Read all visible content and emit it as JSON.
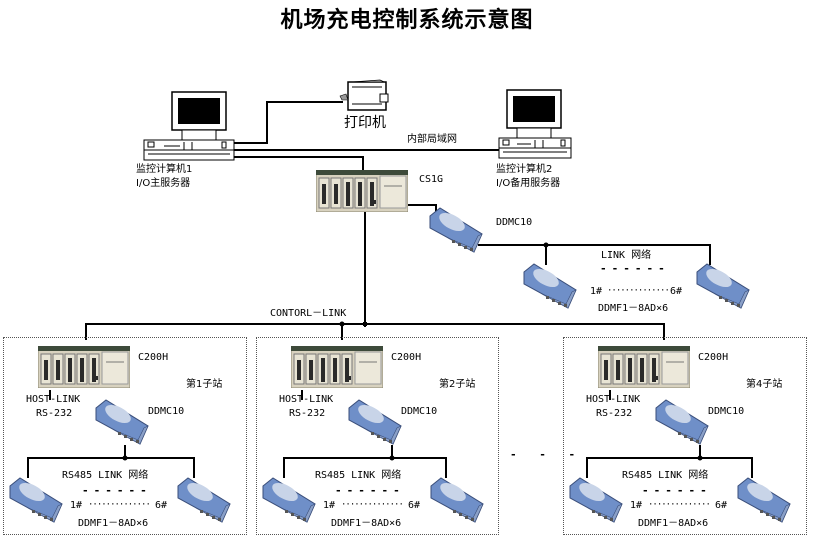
{
  "title": "机场充电控制系统示意图",
  "computers": [
    {
      "name_line1": "监控计算机1",
      "name_line2": "I/O主服务器"
    },
    {
      "name_line1": "监控计算机2",
      "name_line2": "I/O备用服务器"
    }
  ],
  "printer": {
    "label": "打印机"
  },
  "lan": {
    "label": "内部局域网"
  },
  "master_plc": {
    "label": "CS1G"
  },
  "master_ddmc": {
    "label": "DDMC10"
  },
  "master_link": {
    "network_label": "LINK 网络",
    "range_start": "1#",
    "range_end": "6#",
    "modules_label": "DDMF1－8AD×6"
  },
  "control_link": {
    "label": "CONTORL－LINK"
  },
  "ellipsis": "- - -",
  "stations": [
    {
      "name": "第1子站",
      "plc": "C200H",
      "host_link": "HOST-LINK",
      "serial": "RS-232",
      "ddmc": "DDMC10",
      "network_label": "RS485 LINK 网络",
      "range_start": "1#",
      "range_end": "6#",
      "modules_label": "DDMF1－8AD×6"
    },
    {
      "name": "第2子站",
      "plc": "C200H",
      "host_link": "HOST-LINK",
      "serial": "RS-232",
      "ddmc": "DDMC10",
      "network_label": "RS485 LINK 网络",
      "range_start": "1#",
      "range_end": "6#",
      "modules_label": "DDMF1－8AD×6"
    },
    {
      "name": "第4子站",
      "plc": "C200H",
      "host_link": "HOST-LINK",
      "serial": "RS-232",
      "ddmc": "DDMC10",
      "network_label": "RS485 LINK 网络",
      "range_start": "1#",
      "range_end": "6#",
      "modules_label": "DDMF1－8AD×6"
    }
  ],
  "colors": {
    "module_blue": "#6f8fc8",
    "module_light": "#c8d4e8",
    "plc_beige": "#d8d2bf",
    "plc_dark": "#2a2a2a",
    "wire": "#000000"
  }
}
